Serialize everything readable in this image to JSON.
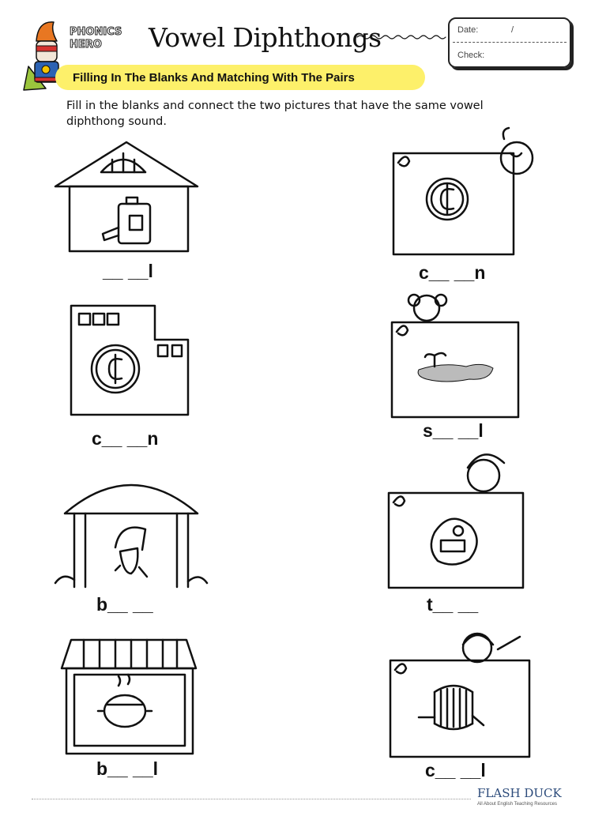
{
  "header": {
    "brand": "PHONICS HERO",
    "title": "Vowel Diphthongs",
    "date_label": "Date:",
    "date_separator": "/",
    "check_label": "Check:",
    "subtitle": "Filling In The Blanks And Matching With The Pairs"
  },
  "instructions": "Fill in the blanks and connect the two pictures that have the same vowel diphthong sound.",
  "left_items": [
    {
      "word": "__ __l",
      "picture": "oil-can-in-house"
    },
    {
      "word": "c__ __n",
      "picture": "coin-in-building"
    },
    {
      "word": "b__ __",
      "picture": "boy-under-arch"
    },
    {
      "word": "b__ __l",
      "picture": "boiling-pot-in-shop"
    }
  ],
  "right_items": [
    {
      "word": "c__ __n",
      "picture": "coin-on-sign"
    },
    {
      "word": "s__ __l",
      "picture": "soil-on-sign"
    },
    {
      "word": "t__ __",
      "picture": "toys-on-sign"
    },
    {
      "word": "c__ __l",
      "picture": "coil-on-sign"
    }
  ],
  "footer": {
    "logo": "FLASH DUCK",
    "logo_tagline": "All About English Teaching Resources"
  }
}
